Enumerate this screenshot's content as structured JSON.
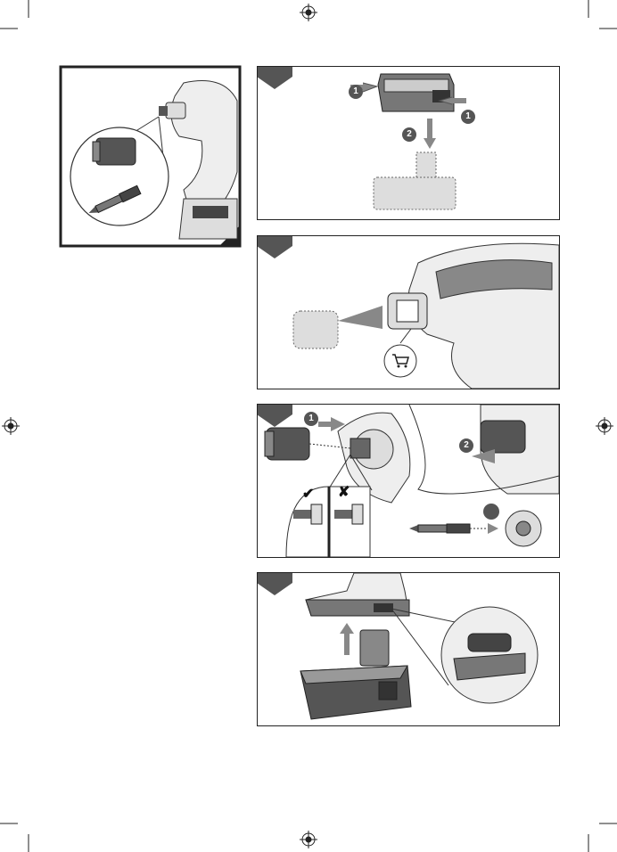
{
  "steps": {
    "battery_release": {
      "step_a": "1",
      "step_b": "1",
      "step_c": "2"
    },
    "bit_insert": {
      "step_a": "1",
      "step_b": "2"
    },
    "check_marks": {
      "correct": "✔",
      "incorrect": "✘"
    }
  },
  "icons": {
    "registration": "registration-mark-icon",
    "cart": "shopping-cart-icon"
  },
  "colors": {
    "marker": "#555555",
    "frame": "#222222",
    "tool": "#6e6e6e",
    "arrow": "#888888"
  }
}
